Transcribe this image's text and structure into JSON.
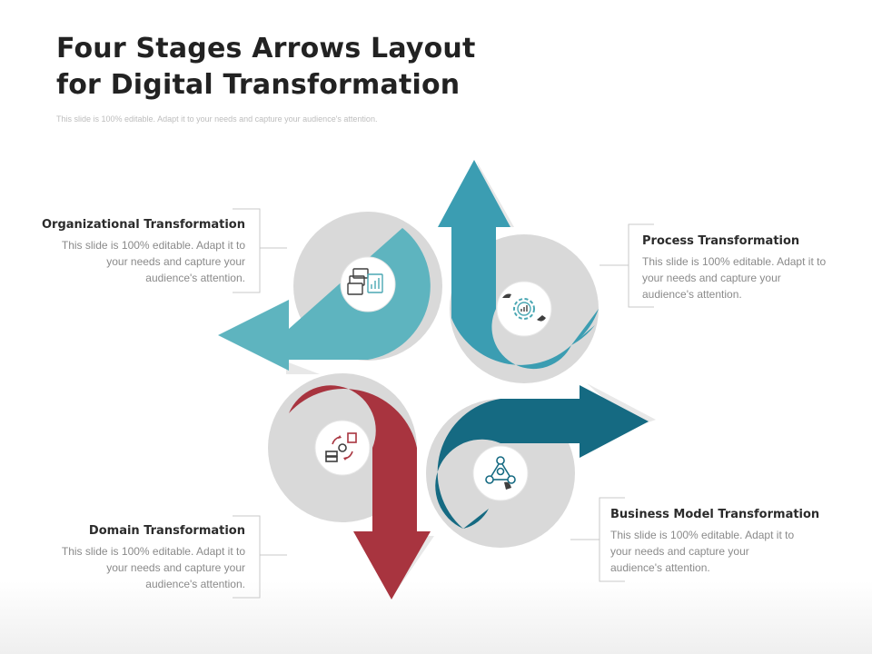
{
  "header": {
    "title_line1": "Four Stages Arrows Layout",
    "title_line2": "for Digital Transformation",
    "subtitle": "This slide is 100% editable. Adapt it to your needs and capture your audience's attention."
  },
  "colors": {
    "organizational": "#5eb4bf",
    "process": "#3b9db2",
    "business_model": "#156a82",
    "domain": "#a8343f",
    "disc": "#d9d9d9"
  },
  "stages": [
    {
      "id": "organizational",
      "heading": "Organizational Transformation",
      "lines": [
        "This slide is 100% editable. Adapt it to",
        "your needs and capture your",
        "audience's attention."
      ],
      "icon": "dashboard-chart-icon"
    },
    {
      "id": "process",
      "heading": "Process Transformation",
      "lines": [
        "This slide is 100% editable. Adapt it to",
        "your needs and capture your",
        "audience's attention."
      ],
      "icon": "gear-chart-icon"
    },
    {
      "id": "domain",
      "heading": "Domain Transformation",
      "lines": [
        "This slide is 100% editable. Adapt it to",
        "your needs and capture your",
        "audience's attention."
      ],
      "icon": "cycle-servers-icon"
    },
    {
      "id": "business_model",
      "heading": "Business Model Transformation",
      "lines": [
        "This slide is 100% editable. Adapt it to",
        "your needs and capture your",
        "audience's attention."
      ],
      "icon": "network-hand-icon"
    }
  ]
}
